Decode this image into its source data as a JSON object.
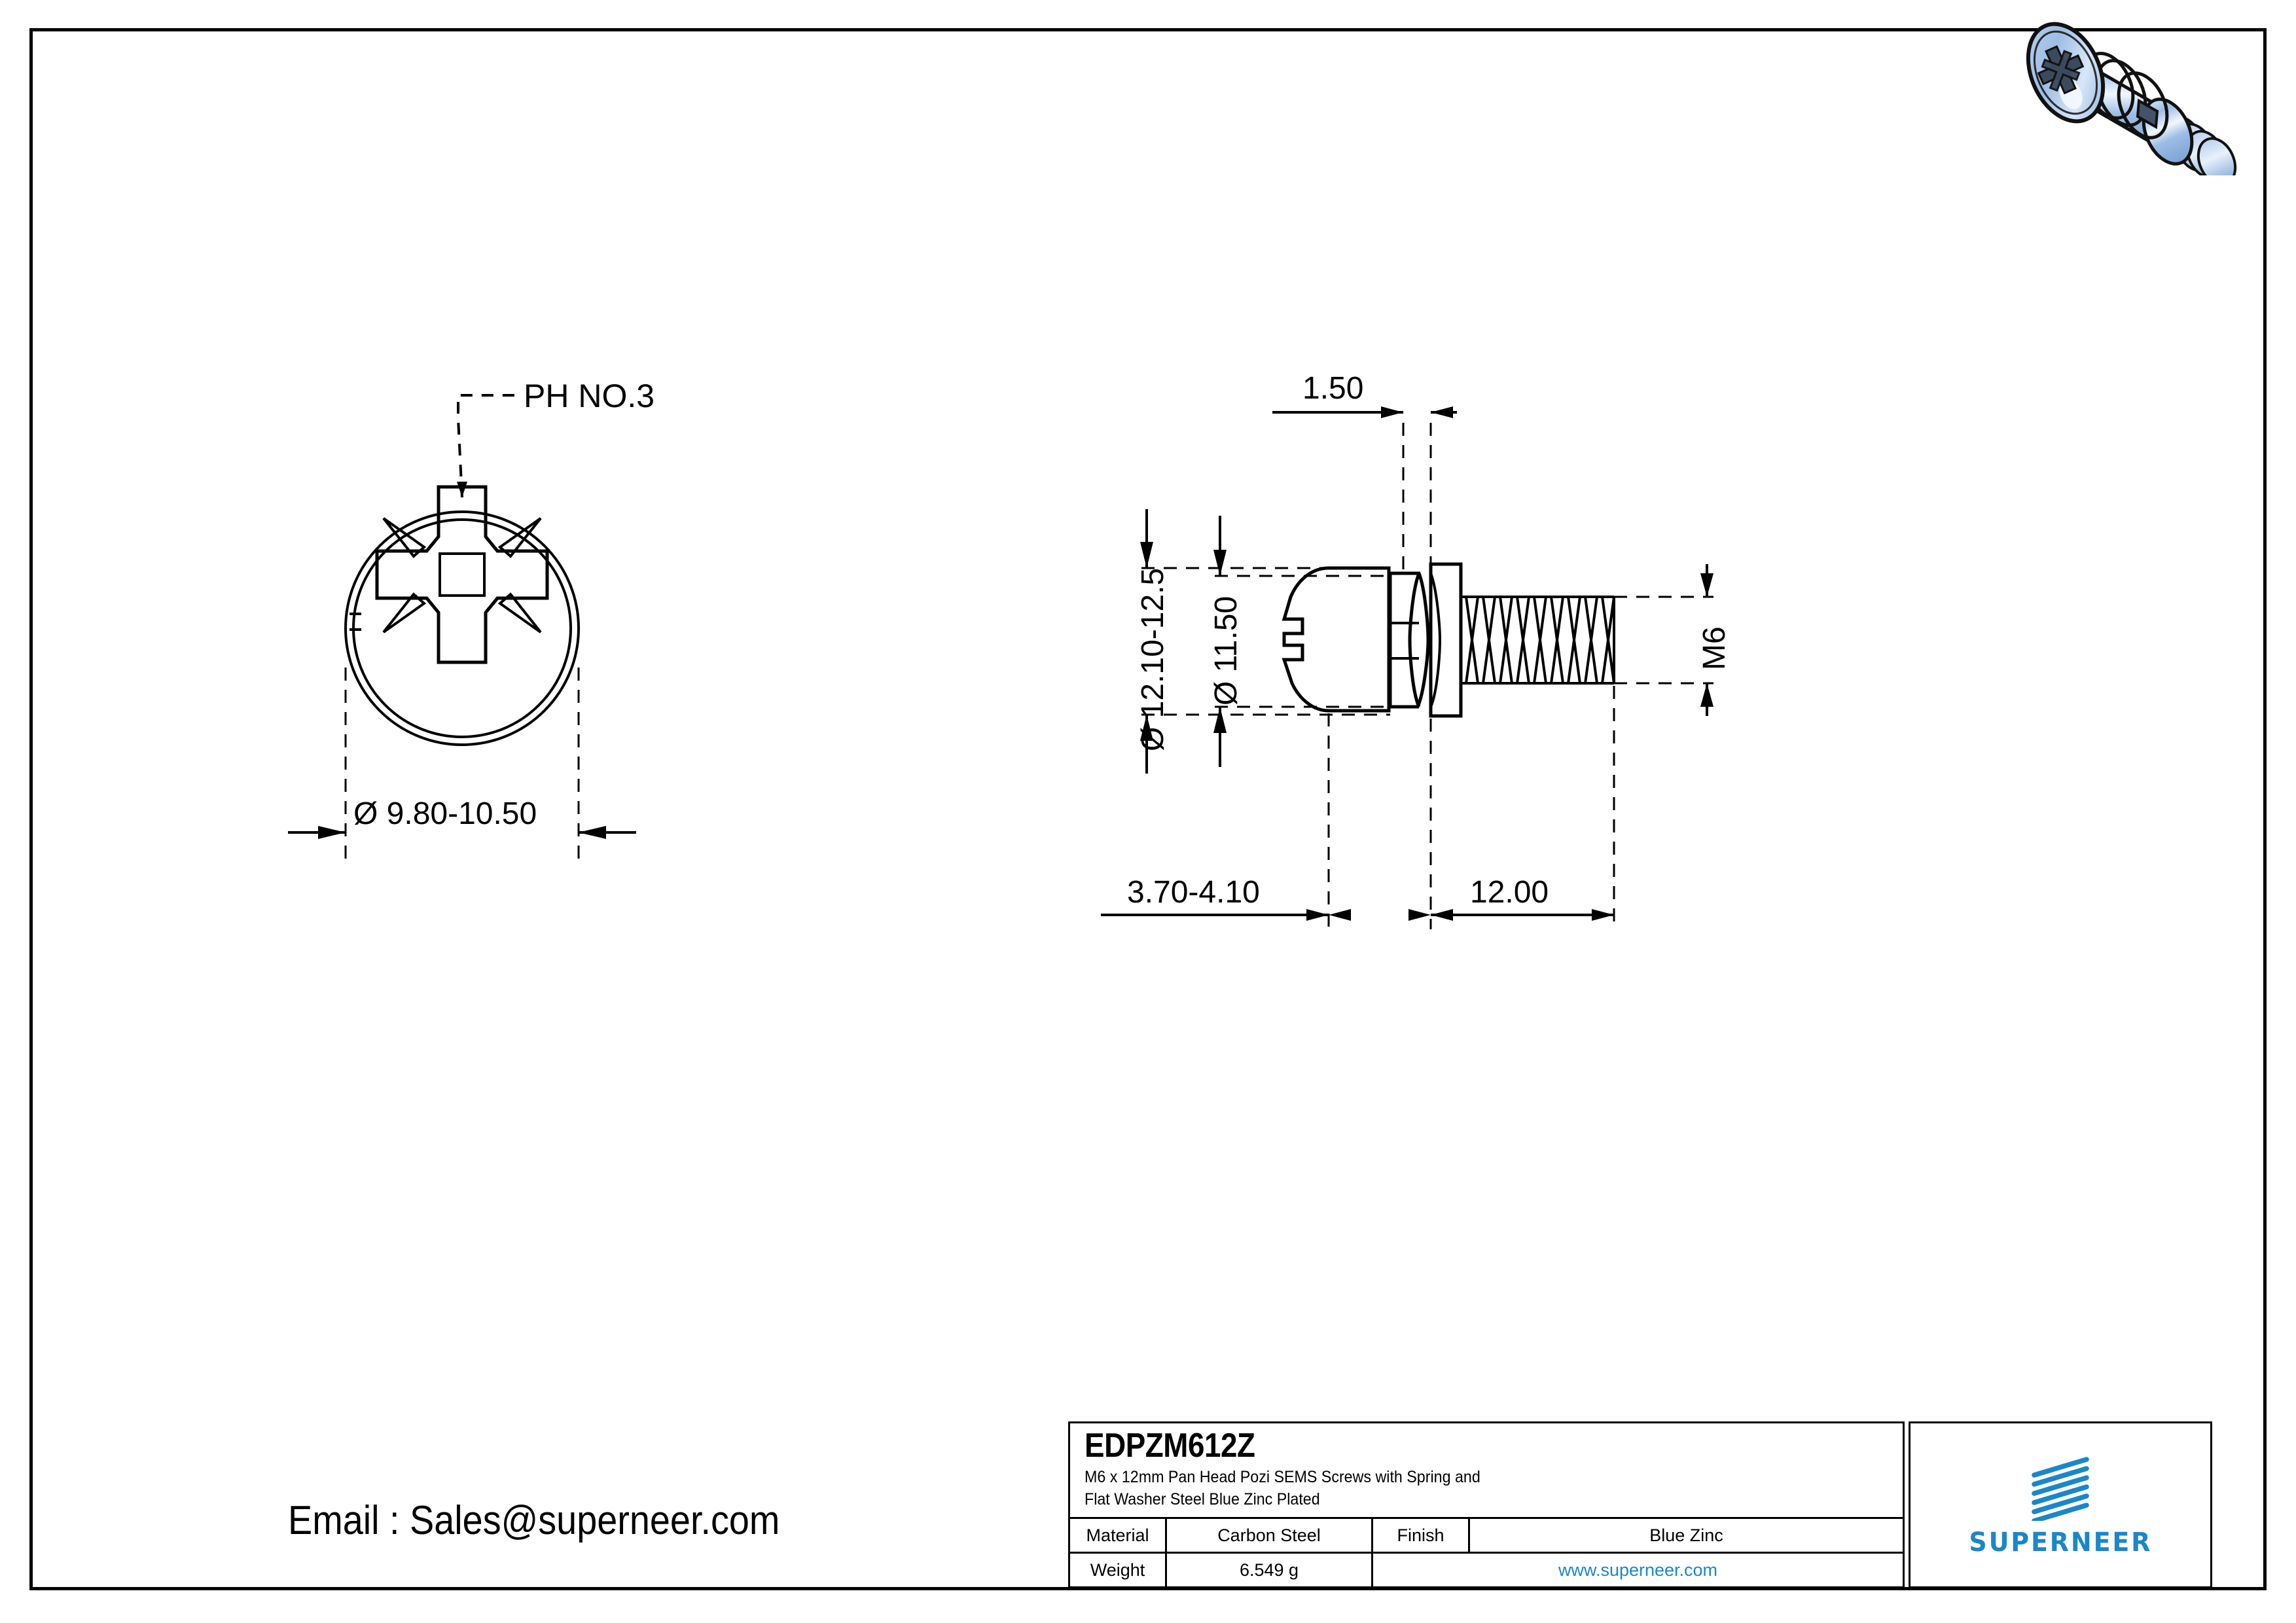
{
  "sheet": {
    "background": "#ffffff",
    "line_color": "#000000",
    "accent_blue": "#1a87c9"
  },
  "thumbnail": {
    "icon": "screw-3d-render-icon",
    "description": "Blue zinc plated pan head Pozi SEMS screw isometric render",
    "body_color": "#a8c6e8",
    "highlight_color": "#e6eefa",
    "shadow_color": "#6d93c4",
    "recess_color": "#2f3b4a"
  },
  "front_view": {
    "name": "front-view-screw-head",
    "leader_label": "PH NO.3",
    "diameter_dimension": "Ø 9.80-10.50"
  },
  "side_view": {
    "name": "side-view-screw-assembly",
    "dimensions": {
      "washer_thickness": "1.50",
      "head_outer_diameter": "Ø 12.10-12.5",
      "head_diameter": "Ø 11.50",
      "head_height": "3.70-4.10",
      "thread_length": "12.00",
      "thread_spec": "M6"
    }
  },
  "title_block": {
    "sku": "EDPZM612Z",
    "description_line1": "M6 x 12mm Pan Head Pozi SEMS Screws with Spring and",
    "description_line2": "Flat Washer Steel Blue Zinc Plated",
    "rows": [
      {
        "label": "Material",
        "value": "Carbon Steel",
        "label2": "Finish",
        "value2": "Blue Zinc"
      },
      {
        "label": "Weight",
        "value": "6.549 g",
        "url": "www.superneer.com"
      }
    ],
    "logo": {
      "name": "superneer-logo",
      "text": "SUPERNEER",
      "color": "#1a87c9"
    }
  },
  "contact": {
    "email_line": "Email : Sales@superneer.com"
  }
}
